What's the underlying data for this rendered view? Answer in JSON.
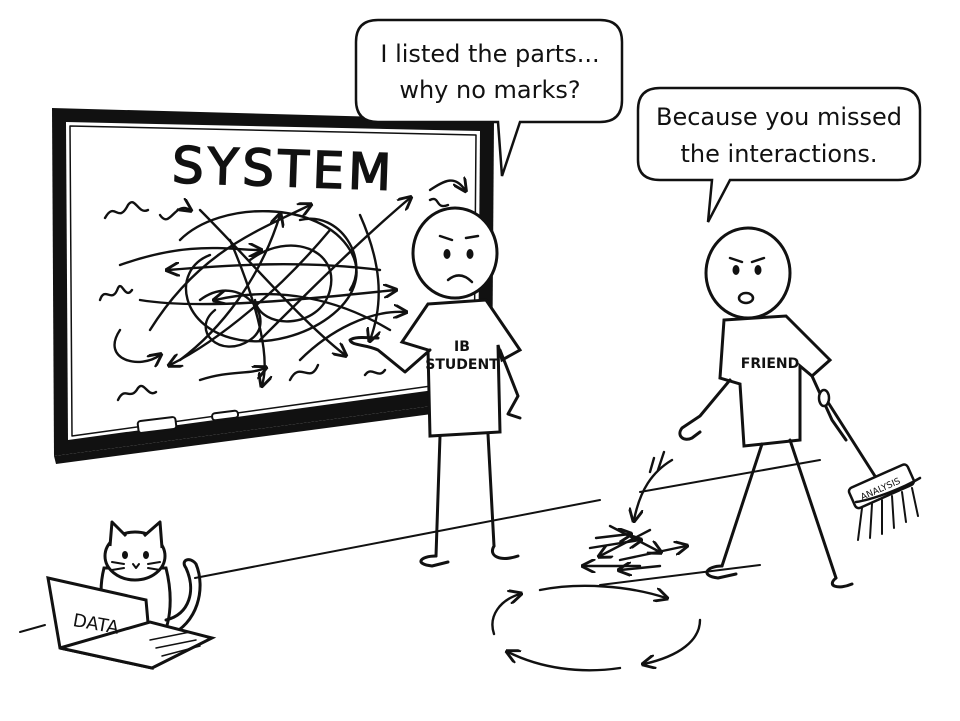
{
  "board": {
    "title": "SYSTEM"
  },
  "bubbles": {
    "student": {
      "line1": "I listed the parts...",
      "line2": "why no marks?"
    },
    "friend": {
      "line1": "Because you missed",
      "line2": "the interactions."
    }
  },
  "shirts": {
    "student_line1": "IB",
    "student_line2": "STUDENT",
    "friend": "FRIEND"
  },
  "laptop": {
    "label": "DATA"
  },
  "broom": {
    "label": "ANALYSIS"
  },
  "icons": {
    "cat": "cat-icon",
    "laptop": "laptop-icon",
    "broom": "broom-icon",
    "cycle": "cycle-arrows-icon"
  },
  "colors": {
    "ink": "#111111",
    "paper": "#ffffff",
    "chalk": "#f4f4f4"
  }
}
